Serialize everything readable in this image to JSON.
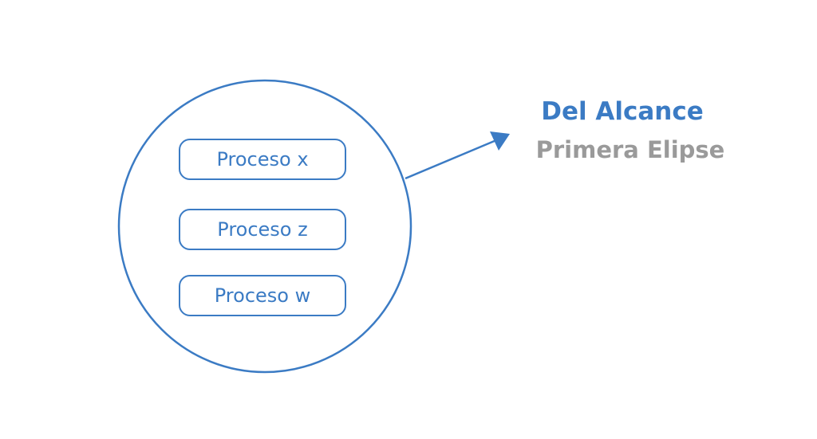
{
  "diagram": {
    "processes": [
      "Proceso x",
      "Proceso z",
      "Proceso w"
    ],
    "title": "Del Alcance",
    "subtitle": "Primera Elipse"
  },
  "colors": {
    "accent": "#3b7bc4",
    "subtitle": "#9a9a9a",
    "background": "#ffffff"
  }
}
